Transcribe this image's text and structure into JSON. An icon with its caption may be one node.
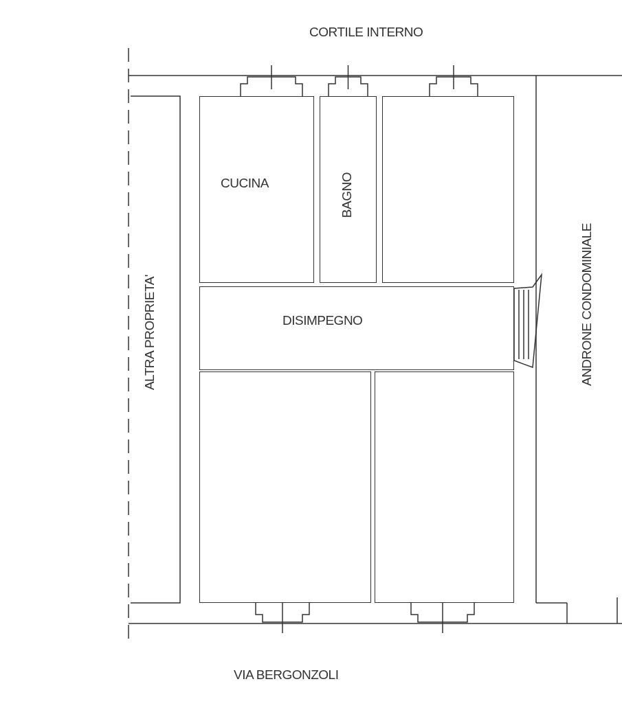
{
  "diagram": {
    "nodes": [
      {
        "text": [
          "CUCINA"
        ]
      },
      {
        "text": [
          "BAGNO"
        ]
      },
      {
        "text": [],
        "shape": "box"
      },
      {
        "text": [
          "DISIMPEGNO"
        ]
      },
      {
        "text": [],
        "shape": "box"
      },
      {
        "text": [],
        "shape": "box"
      }
    ],
    "labels": [
      "CORTILE INTERNO",
      "ALTRA PROPRIETA'",
      "ANDRONE CONDOMINIALE",
      "VIA BERGONZOLI"
    ]
  }
}
